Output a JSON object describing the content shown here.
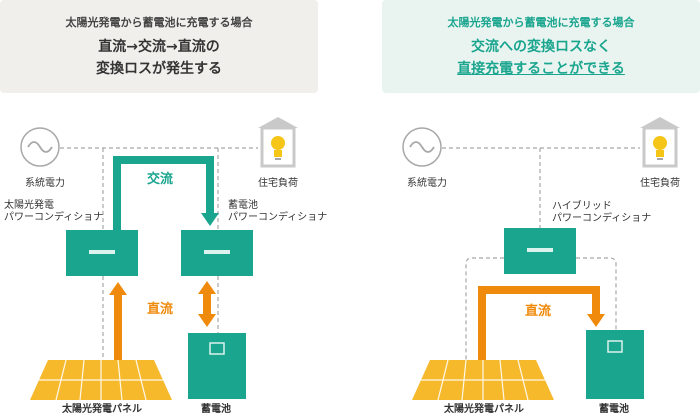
{
  "colors": {
    "teal": "#1aa58e",
    "orange": "#f08a0c",
    "solar": "#f5b92b",
    "left_header_bg": "#f1efec",
    "right_header_bg": "#e9f4f1",
    "line": "#a8a8a8",
    "text": "#333333"
  },
  "left": {
    "header": {
      "subtitle": "太陽光発電から蓄電池に充電する場合",
      "line1": "直流→交流→直流の",
      "line2": "変換ロスが発生する"
    },
    "labels": {
      "grid": "系統電力",
      "load": "住宅負荷",
      "pv_pcs_1": "太陽光発電",
      "pv_pcs_2": "パワーコンディショナ",
      "bat_pcs_1": "蓄電池",
      "bat_pcs_2": "パワーコンディショナ",
      "ac_flow": "交流",
      "dc_flow": "直流",
      "panel": "太陽光発電パネル",
      "battery": "蓄電池"
    },
    "icons": [
      "ac-wave-icon",
      "house-bulb-icon",
      "solar-panel-icon",
      "battery-icon"
    ]
  },
  "right": {
    "header": {
      "subtitle": "太陽光発電から蓄電池に充電する場合",
      "line1": "交流への変換ロスなく",
      "line2": "直接充電することができる"
    },
    "labels": {
      "grid": "系統電力",
      "load": "住宅負荷",
      "hybrid_1": "ハイブリッド",
      "hybrid_2": "パワーコンディショナ",
      "dc_flow": "直流",
      "panel": "太陽光発電パネル",
      "battery": "蓄電池"
    },
    "icons": [
      "ac-wave-icon",
      "house-bulb-icon",
      "solar-panel-icon",
      "battery-icon"
    ]
  }
}
